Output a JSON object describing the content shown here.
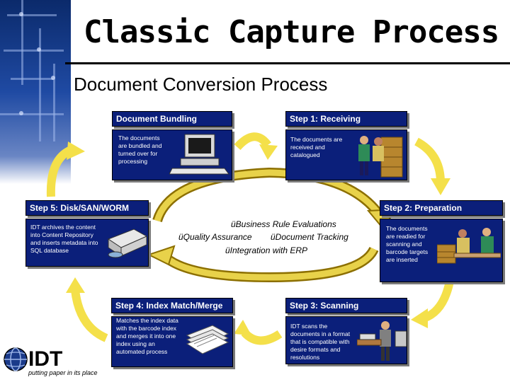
{
  "title": "Classic Capture Process",
  "subtitle": "Document Conversion Process",
  "steps": [
    {
      "heading": "Document Bundling",
      "description": "The documents are bundled and turned over for processing"
    },
    {
      "heading": "Step 1: Receiving",
      "description": "The documents are received and catalogued"
    },
    {
      "heading": "Step 2: Preparation",
      "description": "The documents are readied for scanning and barcode targets are inserted"
    },
    {
      "heading": "Step 3: Scanning",
      "description": "IDT scans the documents in a format that is compatible with desire formats and resolutions"
    },
    {
      "heading": "Step 4: Index Match/Merge",
      "description": "Matches the index data with the barcode index and merges it into one index using an automated process"
    },
    {
      "heading": "Step 5: Disk/SAN/WORM",
      "description": "IDT archives the content into Content Repository and inserts metadata into SQL database"
    }
  ],
  "center": {
    "line1": "üBusiness Rule Evaluations",
    "line2a": "üQuality Assurance",
    "line2b": "üDocument Tracking",
    "line3": "üIntegration with ERP"
  },
  "logo": {
    "name": "IDT",
    "tagline": "putting paper in its place"
  },
  "colors": {
    "card": "#0b1f7a",
    "arrow": "#f4e04a",
    "ring": "#d9c32a",
    "ring_edge": "#8c6f00"
  }
}
